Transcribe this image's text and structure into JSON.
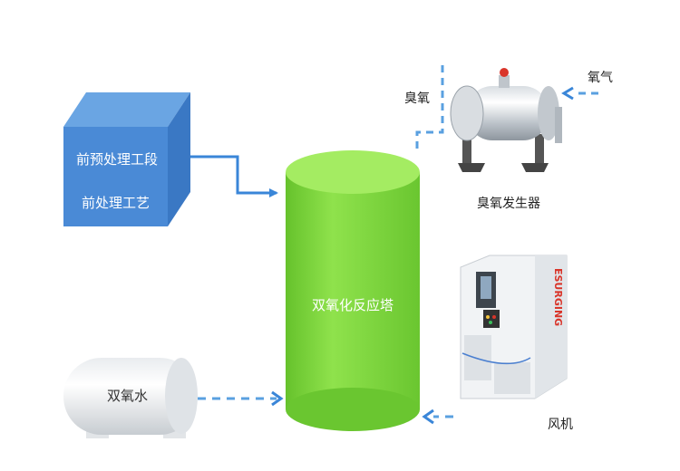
{
  "pretreatment": {
    "line1": "前预处理工段",
    "line2": "前处理工艺"
  },
  "tower": {
    "label": "双氧化反应塔"
  },
  "ozone_generator": {
    "label": "臭氧发生器",
    "ozone_label": "臭氧",
    "oxygen_label": "氧气"
  },
  "h2o2_tank": {
    "label": "双氧水"
  },
  "blower": {
    "label": "风机",
    "brand": "ESURGING"
  },
  "colors": {
    "tower_green": "#7fd63f",
    "box_blue": "#4a90d9",
    "arrow_blue": "#3a86d8",
    "dashed_blue": "#5aa0e0"
  }
}
